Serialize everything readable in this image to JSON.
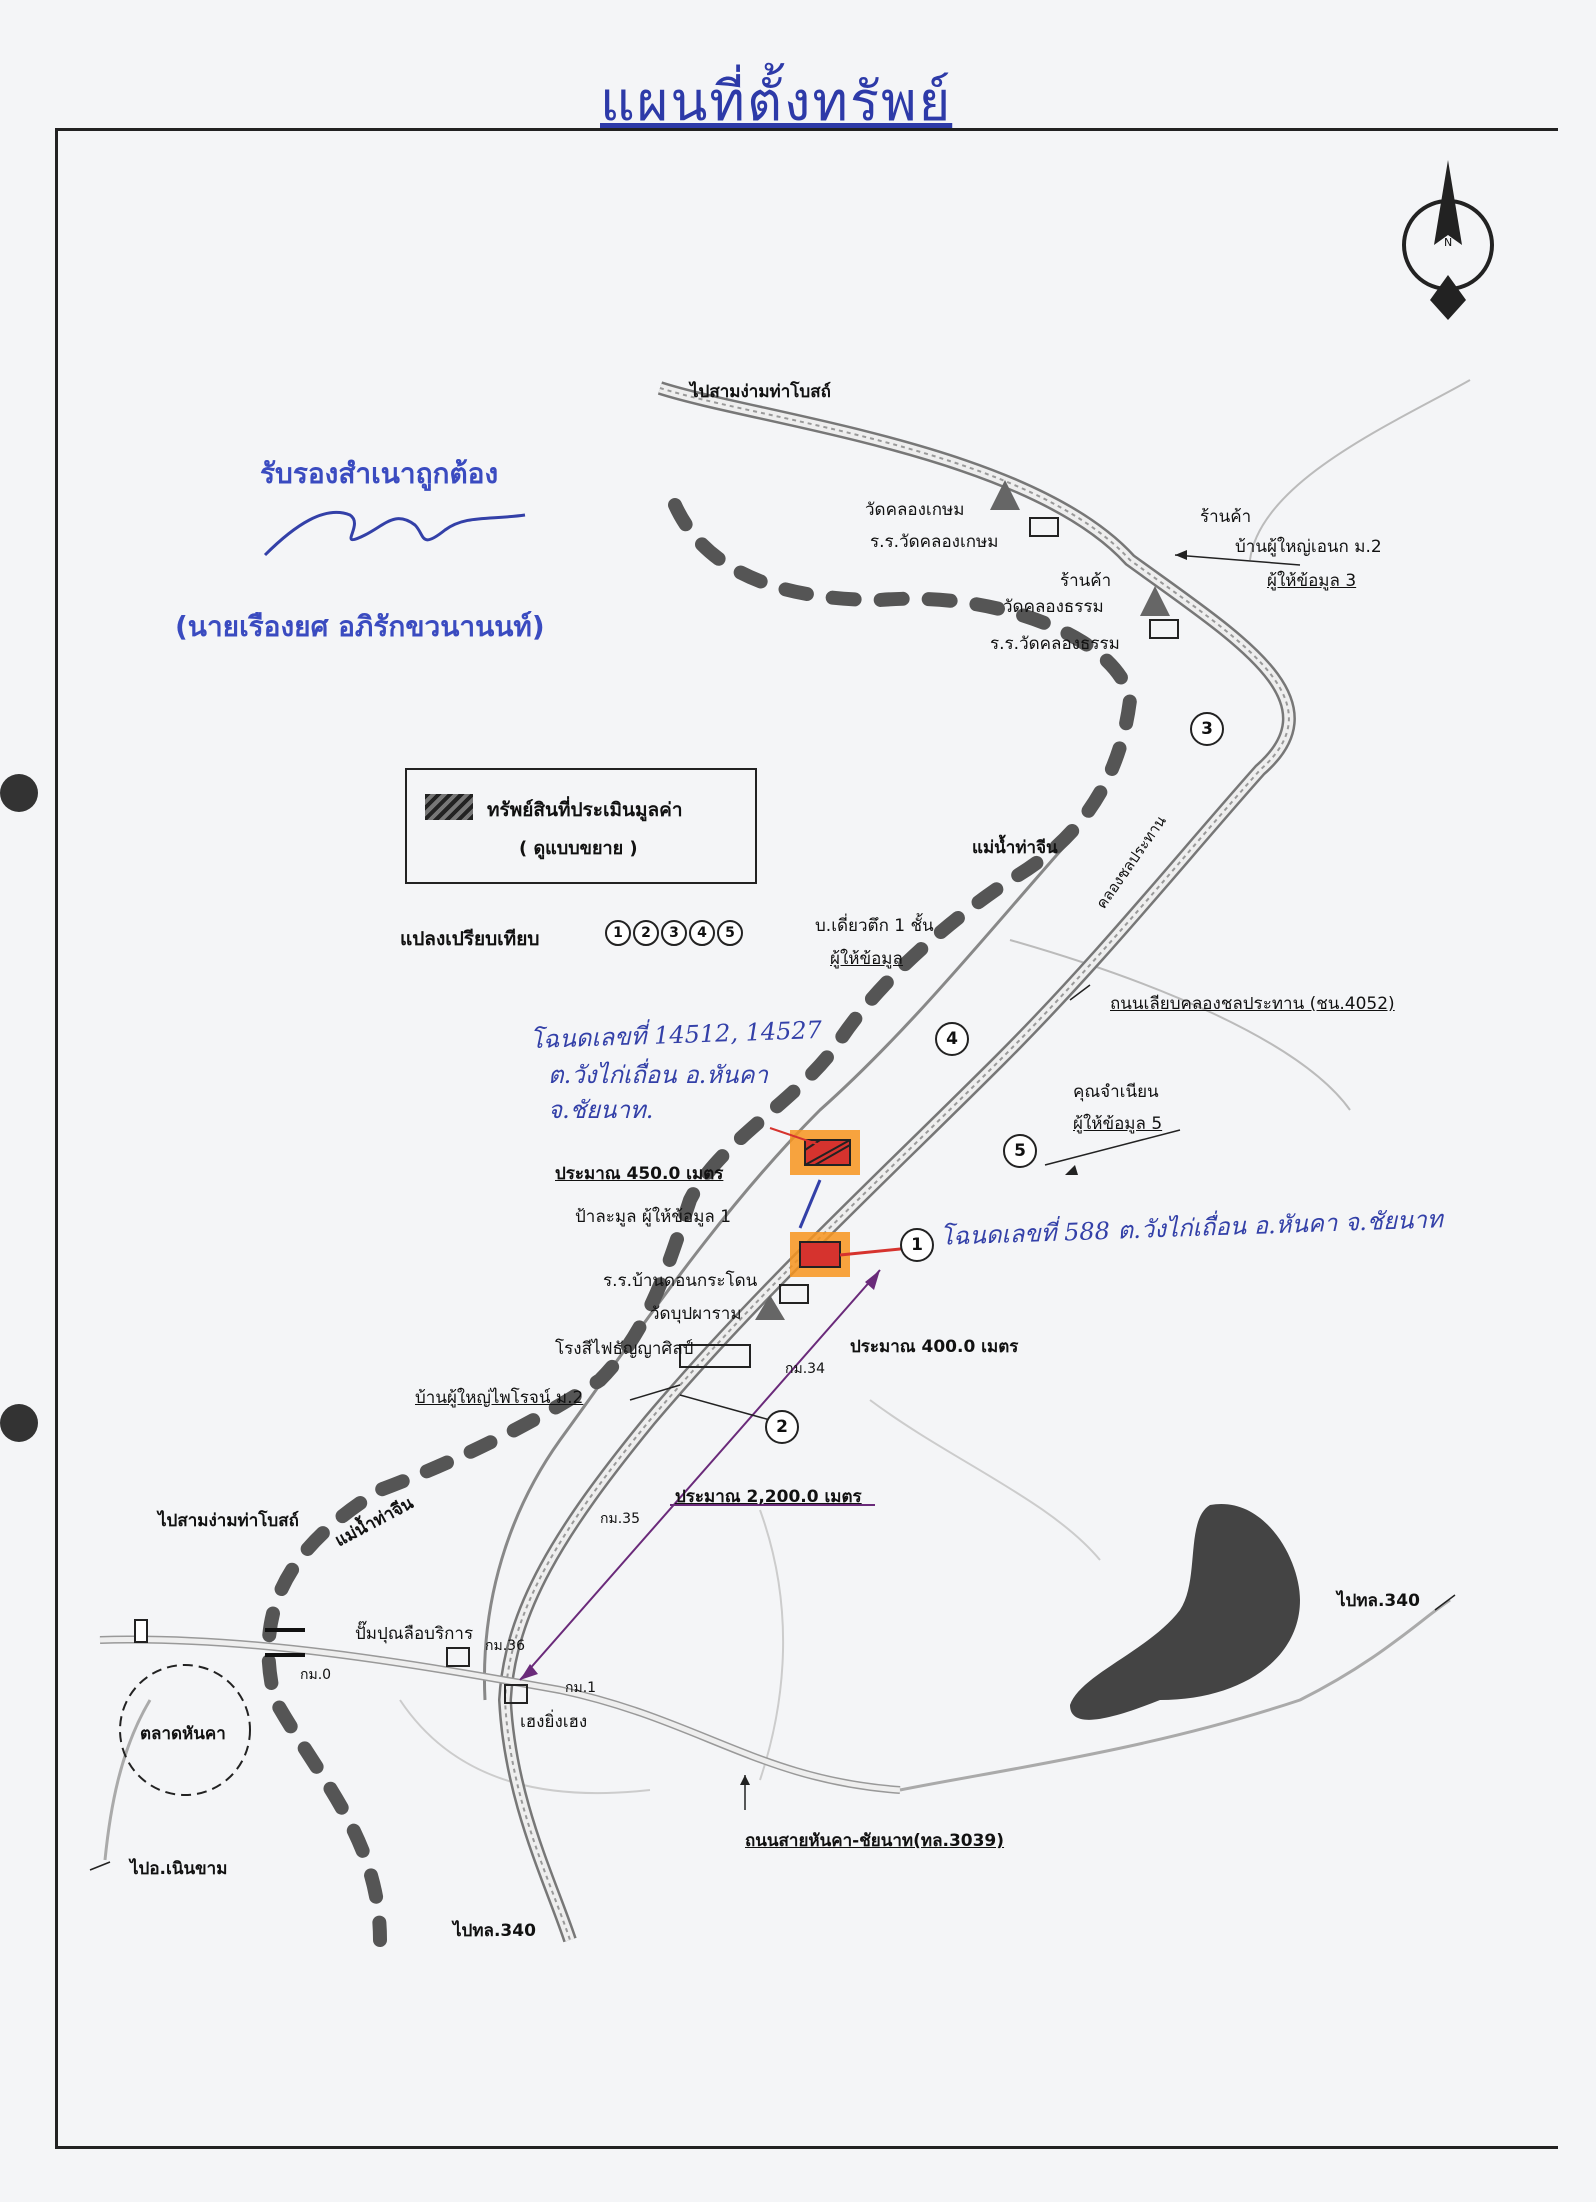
{
  "title": "แผนที่ตั้งทรัพย์",
  "compass": {
    "letter": "N"
  },
  "stamp": {
    "certify": "รับรองสำเนาถูกต้อง",
    "name": "(นายเรืองยศ  อภิรักขวนานนท์)"
  },
  "legend": {
    "asset": "ทรัพย์สินที่ประเมินมูลค่า",
    "detail": "( ดูแบบขยาย )",
    "comparables_label": "แปลงเปรียบเทียบ",
    "comparables": [
      "1",
      "2",
      "3",
      "4",
      "5"
    ]
  },
  "labels": {
    "to_samngam_top": "ไปสามง่ามท่าโบสถ์",
    "wat_klong_kasem": "วัดคลองเกษม",
    "school_klong_kasem": "ร.ร.วัดคลองเกษม",
    "shop1": "ร้านค้า",
    "village_chief_m2": "บ้านผู้ใหญ่เอนก ม.2",
    "informant3": "ผู้ให้ข้อมูล 3",
    "shop2": "ร้านค้า",
    "wat_klong_tham": "วัดคลองธรรม",
    "school_klong_tham": "ร.ร.วัดคลองธรรม",
    "river": "แม่น้ำท่าจีน",
    "canal": "คลองชลประทาน",
    "house": "บ.เดี่ยวตึก 1 ชั้น",
    "informant_house": "ผู้ให้ข้อมูล",
    "road_canal": "ถนนเลียบคลองชลประทาน (ชน.4052)",
    "khun_jamnian": "คุณจำเนียน",
    "informant5": "ผู้ให้ข้อมูล 5",
    "approx450": "ประมาณ 450.0 เมตร",
    "aunt_informant1": "ป้าละมูล ผู้ให้ข้อมูล 1",
    "school_don_kra": "ร.ร.บ้านดอนกระโดน",
    "wat_pa": "วัดบุปผาราม",
    "rice_mill": "โรงสีไฟธัญญาศิลป์",
    "km34": "กม.34",
    "approx400": "ประมาณ 400.0 เมตร",
    "village_chief_m2b": "บ้านผู้ใหญ่ไพโรจน์ ม.2",
    "approx2200": "ประมาณ 2,200.0 เมตร",
    "to_samngam_left": "ไปสามง่ามท่าโบสถ์",
    "km35": "กม.35",
    "river2": "แม่น้ำท่าจีน",
    "gas": "ปั๊มปุณลือบริการ",
    "km36": "กม.36",
    "km0": "กม.0",
    "km1": "กม.1",
    "market": "ตลาดหันคา",
    "shop_hengyong": "เฮงยิ่งเฮง",
    "to_340_right": "ไปทล.340",
    "to_noen": "ไปอ.เนินขาม",
    "road_hunka": "ถนนสายหันคา-ชัยนาท(ทล.3039)",
    "to_340_bottom": "ไปทล.340"
  },
  "handwriting": {
    "deeds_line1": "โฉนดเลขที่ 14512, 14527",
    "deeds_line2": "ต.วังไก่เถื่อน อ.หันคา",
    "deeds_line3": "จ.ชัยนาท.",
    "deed_588": "โฉนดเลขที่ 588 ต.วังไก่เถื่อน อ.หันคา จ.ชัยนาท"
  },
  "colors": {
    "ink_blue": "#3340a8",
    "highlight": "#f7941d",
    "property_red": "#d6332e",
    "arrow_purple": "#6a2a7a"
  }
}
